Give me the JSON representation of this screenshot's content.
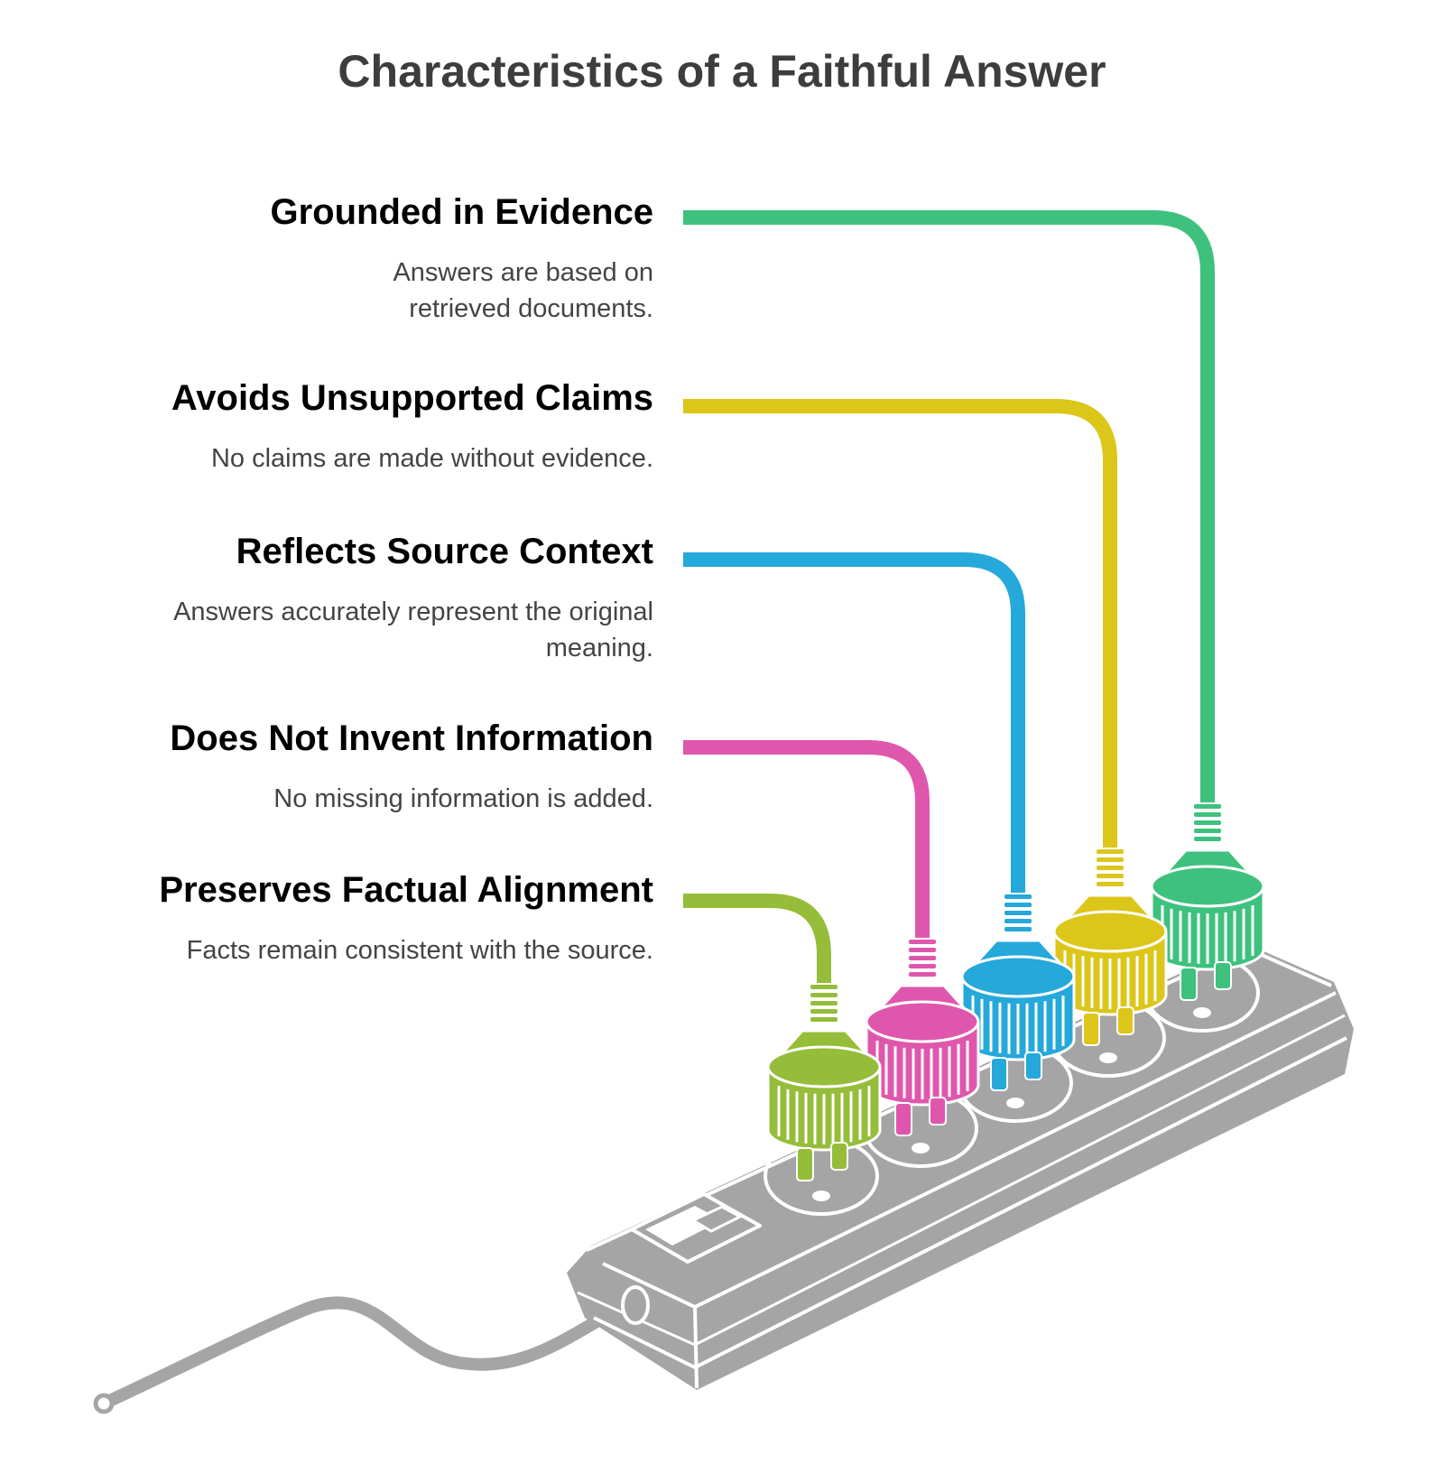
{
  "title": "Characteristics of a Faithful Answer",
  "colors": {
    "background": "#ffffff",
    "title_text": "#3d3d3d",
    "body_text": "#444444",
    "strip_body": "#a5a5a5",
    "strip_lines": "#ffffff"
  },
  "items": [
    {
      "title": "Grounded in Evidence",
      "description": "Answers are based on retrieved documents.",
      "color": "#3fc17e"
    },
    {
      "title": "Avoids Unsupported Claims",
      "description": "No claims are made without evidence.",
      "color": "#dcc61a"
    },
    {
      "title": "Reflects Source Context",
      "description": "Answers accurately represent the original meaning.",
      "color": "#25a8da"
    },
    {
      "title": "Does Not Invent Information",
      "description": "No missing information is added.",
      "color": "#df57ad"
    },
    {
      "title": "Preserves Factual Alignment",
      "description": "Facts remain consistent with the source.",
      "color": "#95bd3a"
    }
  ],
  "illustration": {
    "icon": "power-strip-icon",
    "plug_icon": "plug-icon",
    "switch_icon": "power-switch-icon",
    "cable_icon": "power-cable-icon"
  }
}
